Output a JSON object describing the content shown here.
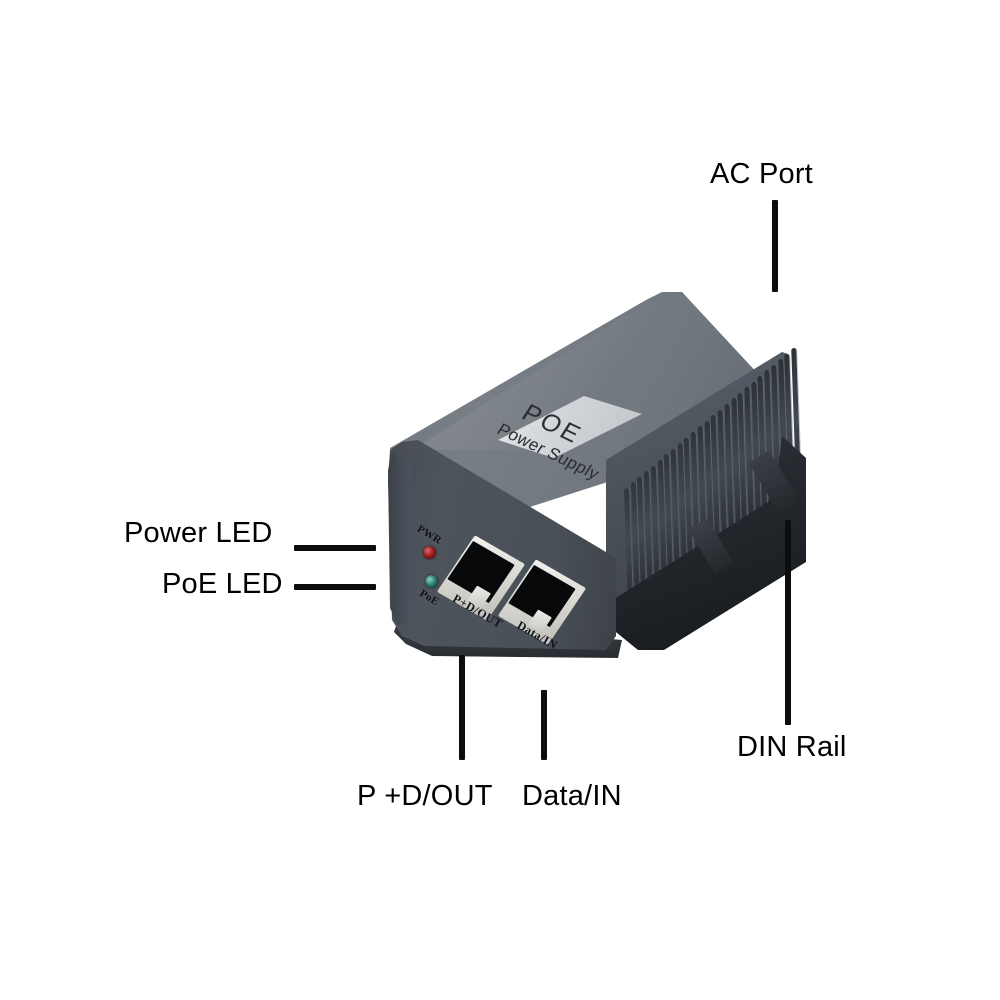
{
  "diagram": {
    "title": "POE Power Supply annotated product diagram",
    "background_color": "#ffffff",
    "line_color": "#0d0d0d",
    "text_color": "#000000"
  },
  "device": {
    "product_label": {
      "line1": "POE",
      "line2": "Power Supply"
    },
    "body_colors": {
      "top_face": "#757b82",
      "front_face": "#4a5058",
      "side_face": "#4a5058",
      "din_bracket": "#22262b",
      "fin": "#2b3036",
      "label_plate": "#d9dcde"
    },
    "leds": [
      {
        "name": "PWR",
        "caption": "PWR",
        "color": "#a32222",
        "state": "power"
      },
      {
        "name": "PoE",
        "caption": "PoE",
        "color": "#2e7f72",
        "state": "poe"
      }
    ],
    "ports": [
      {
        "caption": "P+D/OUT",
        "type": "rj45"
      },
      {
        "caption": "Data/IN",
        "type": "rj45"
      }
    ],
    "fin_count": 26
  },
  "annotations": [
    {
      "id": "ac-port",
      "label": "AC Port",
      "leader": "vertical",
      "position": "top-right"
    },
    {
      "id": "power-led",
      "label": "Power LED",
      "leader": "horizontal",
      "position": "left"
    },
    {
      "id": "poe-led",
      "label": "PoE LED",
      "leader": "horizontal",
      "position": "left"
    },
    {
      "id": "din-rail",
      "label": "DIN Rail",
      "leader": "vertical",
      "position": "bottom-right"
    },
    {
      "id": "pd-out",
      "label": "P +D/OUT",
      "leader": "vertical",
      "position": "bottom"
    },
    {
      "id": "data-in",
      "label": "Data/IN",
      "leader": "vertical",
      "position": "bottom"
    }
  ]
}
